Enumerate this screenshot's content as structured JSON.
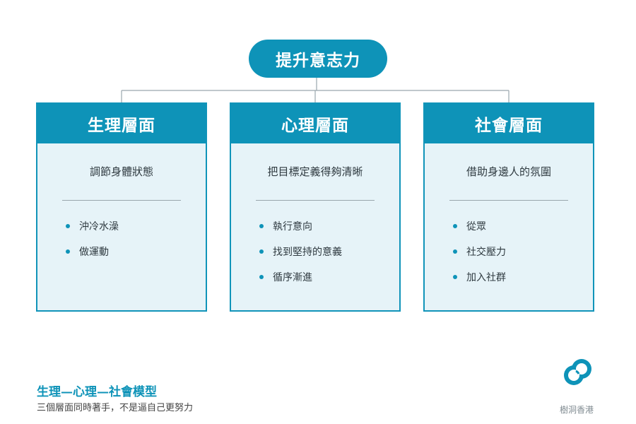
{
  "root": {
    "label": "提升意志力"
  },
  "cards": [
    {
      "title": "生理層面",
      "subtitle": "調節身體狀態",
      "items": [
        "沖冷水澡",
        "做運動"
      ]
    },
    {
      "title": "心理層面",
      "subtitle": "把目標定義得夠清晰",
      "items": [
        "執行意向",
        "找到堅持的意義",
        "循序漸進"
      ]
    },
    {
      "title": "社會層面",
      "subtitle": "借助身邊人的氛圍",
      "items": [
        "從眾",
        "社交壓力",
        "加入社群"
      ]
    }
  ],
  "footer": {
    "title": "生理—心理—社會模型",
    "subtitle": "三個層面同時著手，不是逼自己更努力"
  },
  "brand": {
    "name": "樹洞香港",
    "logo_icon": "tree-hole-logo-icon"
  },
  "colors": {
    "accent": "#0e93b8",
    "card_bg": "#e6f3f8",
    "connector": "#9aa6ad"
  }
}
